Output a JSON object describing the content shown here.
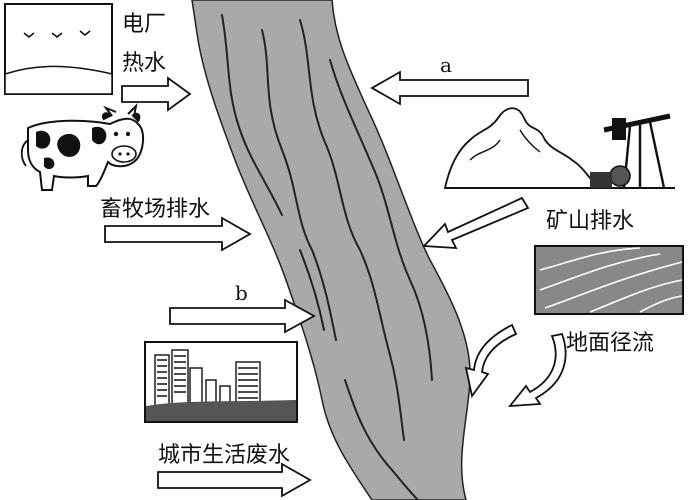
{
  "labels": {
    "power_plant_line1": "电厂",
    "power_plant_line2": "热水",
    "livestock": "畜牧场排水",
    "mine": "矿山排水",
    "surface_runoff": "地面径流",
    "urban": "城市生活废水",
    "arrow_a": "a",
    "arrow_b": "b"
  },
  "colors": {
    "river": "#a9a9a9",
    "river_edge": "#222222",
    "ink": "#111111"
  }
}
